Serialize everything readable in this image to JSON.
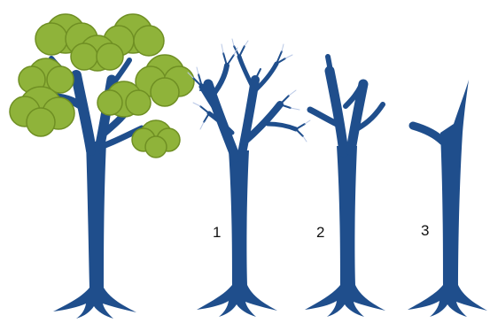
{
  "colors": {
    "trunk": "#1f4e8c",
    "foliage": "#8fb33a",
    "foliage_edge": "#6f8f23",
    "twig_highlight": "#b9c8e6"
  },
  "stages": [
    {
      "label": "1"
    },
    {
      "label": "2"
    },
    {
      "label": "3"
    }
  ]
}
